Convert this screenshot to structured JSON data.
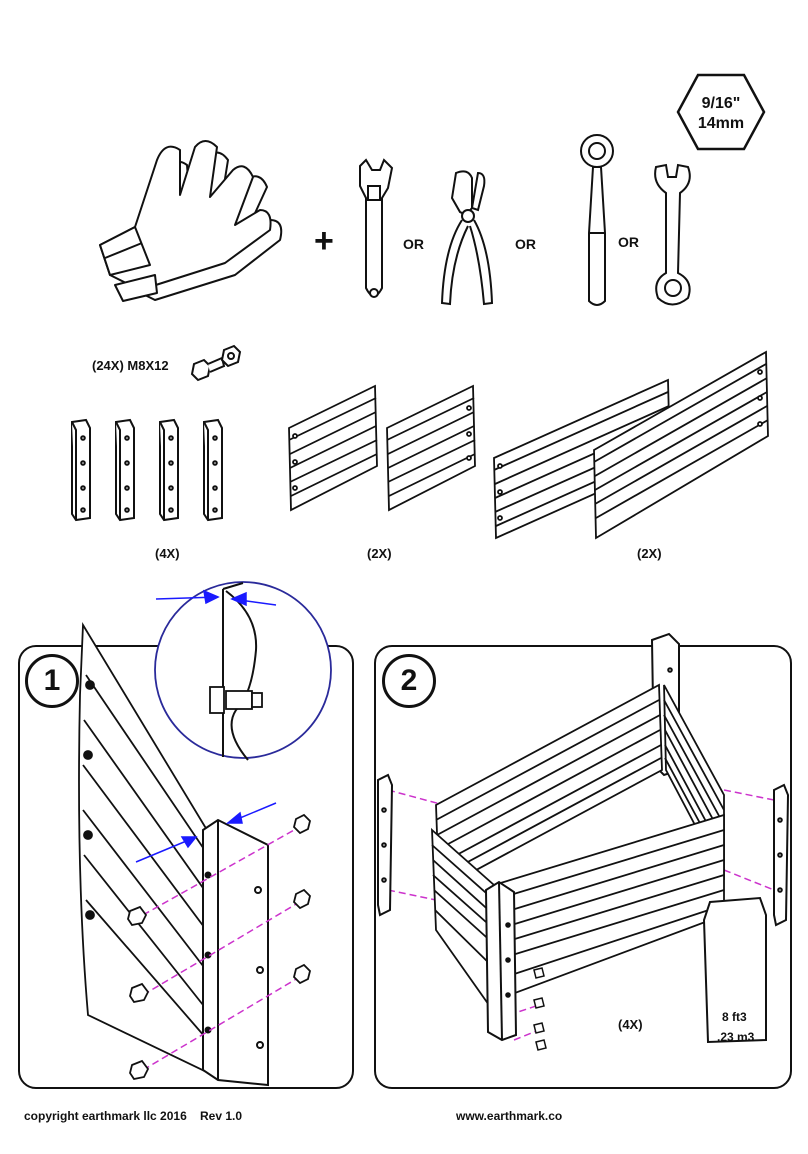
{
  "tools": {
    "wrench_size_line1": "9/16\"",
    "wrench_size_line2": "14mm",
    "plus": "+",
    "or_1": "OR",
    "or_2": "OR",
    "or_3": "OR"
  },
  "parts": {
    "bolt_label": "(24X) M8X12",
    "corners_qty": "(4X)",
    "short_panels_qty": "(2X)",
    "long_panels_qty": "(2X)"
  },
  "steps": {
    "step1_number": "1",
    "step2_number": "2",
    "step2_qty": "(4X)",
    "soil_volume_line1": "8 ft3",
    "soil_volume_line2": ".23 m3"
  },
  "footer": {
    "copyright": "copyright earthmark llc 2016",
    "revision": "Rev 1.0",
    "website": "www.earthmark.co"
  },
  "colors": {
    "line": "#111111",
    "arrow_blue": "#1a1aff",
    "dash_magenta": "#cc33cc",
    "circle_blue": "#2a2a9a"
  }
}
